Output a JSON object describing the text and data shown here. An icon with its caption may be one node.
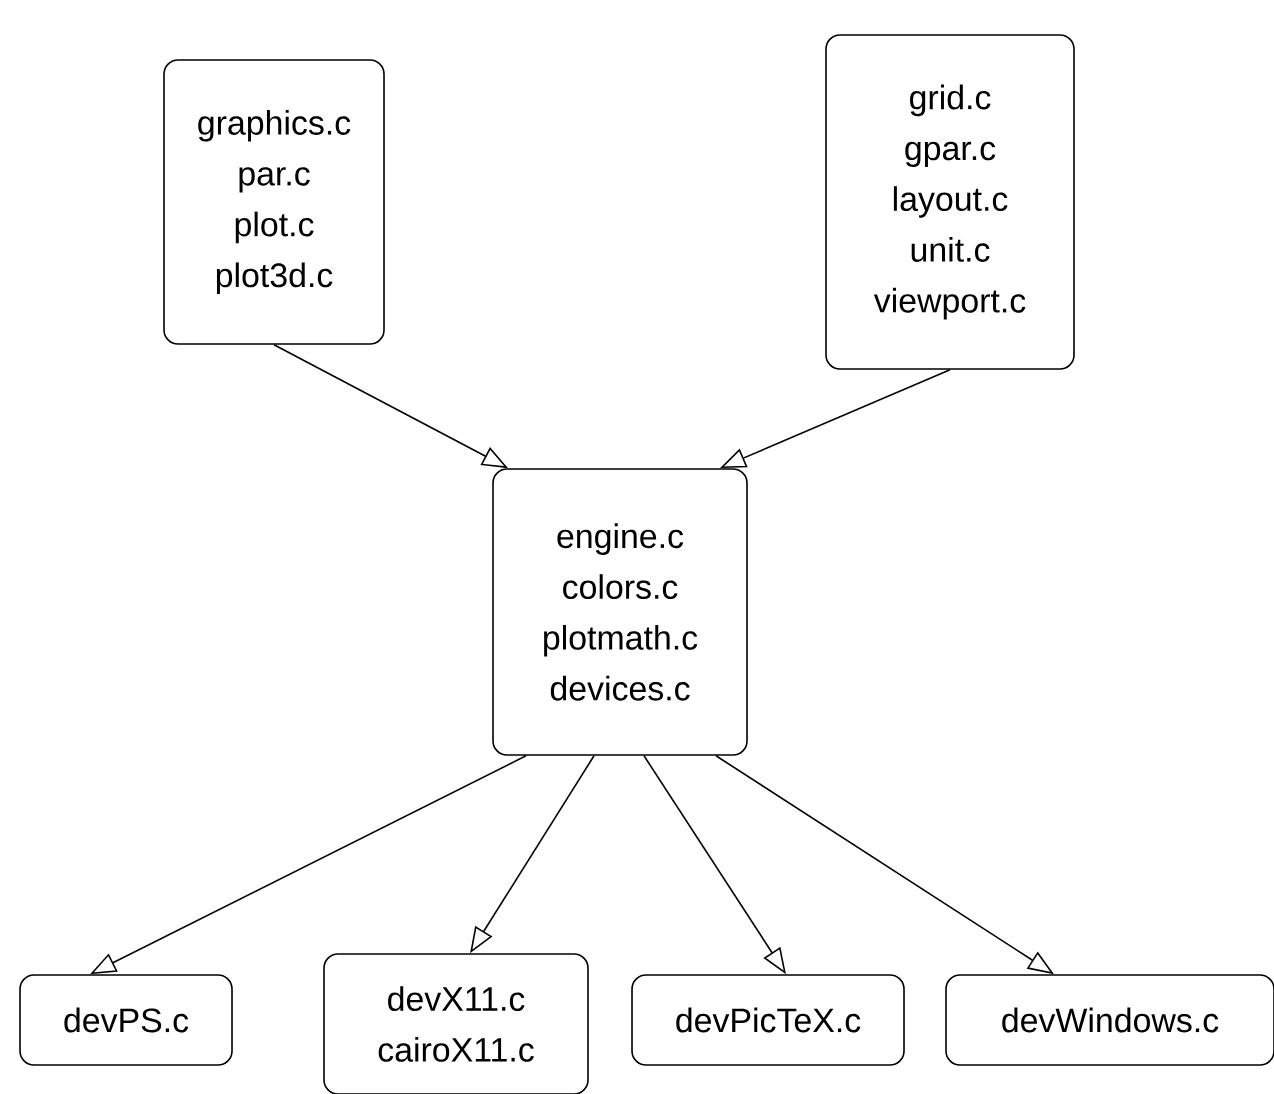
{
  "diagram": {
    "nodes": [
      {
        "text": [
          "graphics.c",
          "par.c",
          "plot.c",
          "plot3d.c"
        ]
      },
      {
        "text": [
          "grid.c",
          "gpar.c",
          "layout.c",
          "unit.c",
          "viewport.c"
        ]
      },
      {
        "text": [
          "engine.c",
          "colors.c",
          "plotmath.c",
          "devices.c"
        ]
      },
      {
        "text": [
          "devPS.c"
        ]
      },
      {
        "text": [
          "devX11.c",
          "cairoX11.c"
        ]
      },
      {
        "text": [
          "devPicTeX.c"
        ]
      },
      {
        "text": [
          "devWindows.c"
        ]
      }
    ],
    "edges": [
      {
        "from": 0,
        "to": 2,
        "arrow": "to"
      },
      {
        "from": 1,
        "to": 2,
        "arrow": "to"
      },
      {
        "from": 2,
        "to": 3,
        "arrow": "to"
      },
      {
        "from": 2,
        "to": 4,
        "arrow": "to"
      },
      {
        "from": 2,
        "to": 5,
        "arrow": "to"
      },
      {
        "from": 2,
        "to": 6,
        "arrow": "to"
      }
    ]
  }
}
